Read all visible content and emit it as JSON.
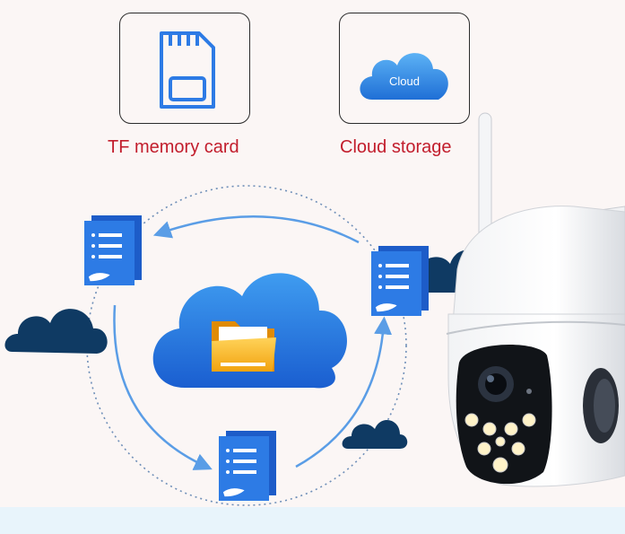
{
  "features": {
    "tf_card": {
      "label": "TF memory card",
      "icon": "sd-card-icon"
    },
    "cloud": {
      "label": "Cloud storage",
      "icon": "cloud-icon",
      "badge_text": "Cloud"
    }
  },
  "colors": {
    "label_red": "#c21d2c",
    "accent_blue": "#1e73e0",
    "navy_cloud": "#0f3a63",
    "folder_yellow": "#f6b419"
  }
}
